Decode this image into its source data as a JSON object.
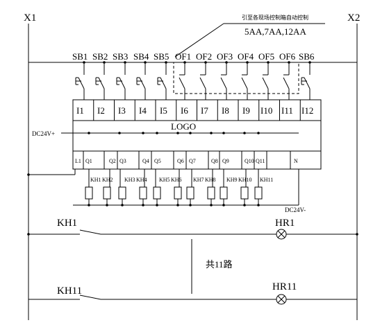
{
  "bus": {
    "left_label": "X1",
    "right_label": "X2"
  },
  "header": {
    "note_chinese": "引至各现场控制箱自动控制",
    "note_breakers": "5AA,7AA,12AA"
  },
  "switches": {
    "sb": [
      "SB1",
      "SB2",
      "SB3",
      "SB4",
      "SB5"
    ],
    "of": [
      "OF1",
      "OF2",
      "OF3",
      "OF4",
      "OF5",
      "OF6"
    ],
    "sb_last": "SB6"
  },
  "plc": {
    "inputs": [
      "I1",
      "I2",
      "I3",
      "I4",
      "I5",
      "I6",
      "I7",
      "I8",
      "I9",
      "I10",
      "I11",
      "I12"
    ],
    "title": "LOGO",
    "supply_pos": "DC24V+",
    "supply_neg": "DC24V-",
    "outputs": [
      "L1",
      "Q1",
      "Q2",
      "Q3",
      "Q4",
      "Q5",
      "Q6",
      "Q7",
      "Q8",
      "Q9",
      "Q10",
      "Q11",
      "N"
    ]
  },
  "relays": [
    "KH1",
    "KH2",
    "KH3",
    "KH4",
    "KH5",
    "KH6",
    "KH7",
    "KH8",
    "KH9",
    "KH10",
    "KH11"
  ],
  "circuits": {
    "top_contact": "KH1",
    "top_lamp": "HR1",
    "middle_note": "共11路",
    "bottom_contact": "KH11",
    "bottom_lamp": "HR11"
  }
}
